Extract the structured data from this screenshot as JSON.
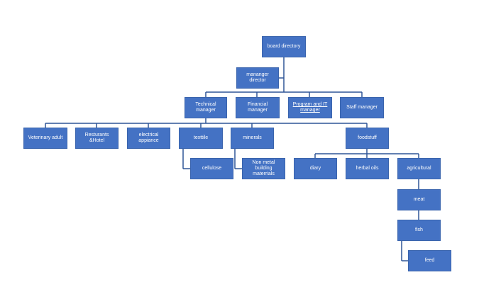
{
  "nodes": {
    "board_directory": "board directory",
    "mananger_director": "mananger\ndirector",
    "technical_manager": "Technical\nmanager",
    "financial_manager": "Financial manager",
    "program_it_manager": "Program  and IT\nmanager",
    "staff_manager": "Staff manager",
    "veterinary_adult": "Veterinary adult",
    "resturants_hotel": "Resturants\n&Hotel",
    "electrical_appiance": "electrical\nappiance",
    "texttile": "texttile",
    "minerals": "minerals",
    "foodstuff": "foodstuff",
    "cellulose": "cellulose",
    "non_metal": "Non metal\nbuilding\nmaterrials",
    "diary": "diary",
    "herbal_oils": "herbal oils",
    "agricultural": "agricultural",
    "meat": "meat",
    "fish": "fish",
    "feed": "feed"
  },
  "colors": {
    "box": "#4472c4",
    "line": "#2f5597",
    "text": "#ffffff"
  }
}
